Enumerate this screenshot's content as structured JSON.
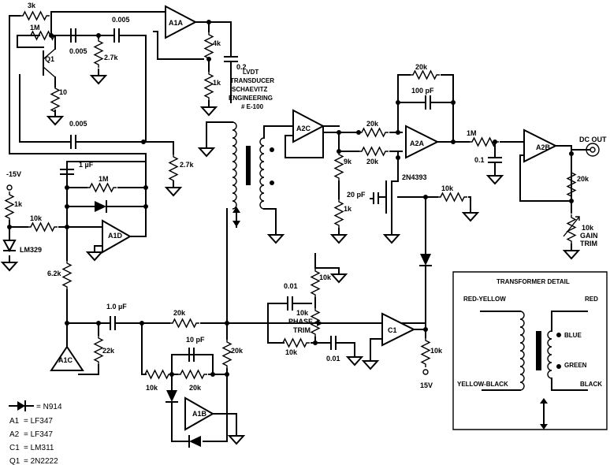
{
  "opamps": {
    "a1a": "A1A",
    "a2c": "A2C",
    "a2a": "A2A",
    "a2b": "A2B",
    "a1d": "A1D",
    "a1c": "A1C",
    "a1b": "A1B",
    "c1": "C1"
  },
  "transistors": {
    "q1": "Q1",
    "q2": "2N4393"
  },
  "components": {
    "r_3k": "3k",
    "r_1m_top": "1M",
    "c_0005_a": "0.005",
    "c_0005_b": "0.005",
    "c_0005_c": "0.005",
    "r_2k7_a": "2.7k",
    "r_10": "10",
    "r_4k": "4k",
    "r_1k_a": "1k",
    "c_02": "0.2",
    "r_2k7_b": "2.7k",
    "c_1uf": "1 µF",
    "r_1m_b": "1M",
    "r_10k_a": "10k",
    "r_1k_b": "1k",
    "d_lm329": "LM329",
    "r_6k2": "6.2k",
    "c_10uf": "1.0 µF",
    "r_20k_a": "20k",
    "r_22k": "22k",
    "c_10pf": "10 pF",
    "r_10k_b": "10k",
    "r_20k_b": "20k",
    "r_20k_c": "20k",
    "r_20k_d": "20k",
    "r_20k_e": "20k",
    "r_20k_f": "20k",
    "c_100pf": "100 pF",
    "r_9k": "9k",
    "r_1k_c": "1k",
    "c_20pf": "20 pF",
    "r_10k_c": "10k",
    "r_1m_c": "1M",
    "c_01": "0.1",
    "r_20k_g": "20k",
    "r_10k_gain": "10k",
    "gain": "GAIN",
    "trim": "TRIM",
    "c_001_a": "0.01",
    "c_001_b": "0.01",
    "r_10k_d": "10k",
    "r_10k_phase": "10k",
    "phase": "PHASE",
    "trim2": "TRIM",
    "r_10k_e": "10k",
    "r_10k_f": "10k"
  },
  "supplies": {
    "neg15_top": "-15V",
    "neg15_bot": "15V"
  },
  "lvdt": {
    "l1": "LVDT",
    "l2": "TRANSDUCER",
    "l3": "SCHAEVITZ",
    "l4": "ENGINEERING",
    "l5": "# E-100"
  },
  "output": "DC OUT",
  "transformer_detail": {
    "title": "TRANSFORMER DETAIL",
    "red_yellow": "RED-YELLOW",
    "red": "RED",
    "blue": "BLUE",
    "green": "GREEN",
    "yellow_black": "YELLOW-BLACK",
    "black": "BLACK"
  },
  "legend": [
    {
      "part": "",
      "value": "= N914"
    },
    {
      "part": "A1",
      "value": "= LF347"
    },
    {
      "part": "A2",
      "value": "= LF347"
    },
    {
      "part": "C1",
      "value": "= LM311"
    },
    {
      "part": "Q1",
      "value": "= 2N2222"
    }
  ]
}
